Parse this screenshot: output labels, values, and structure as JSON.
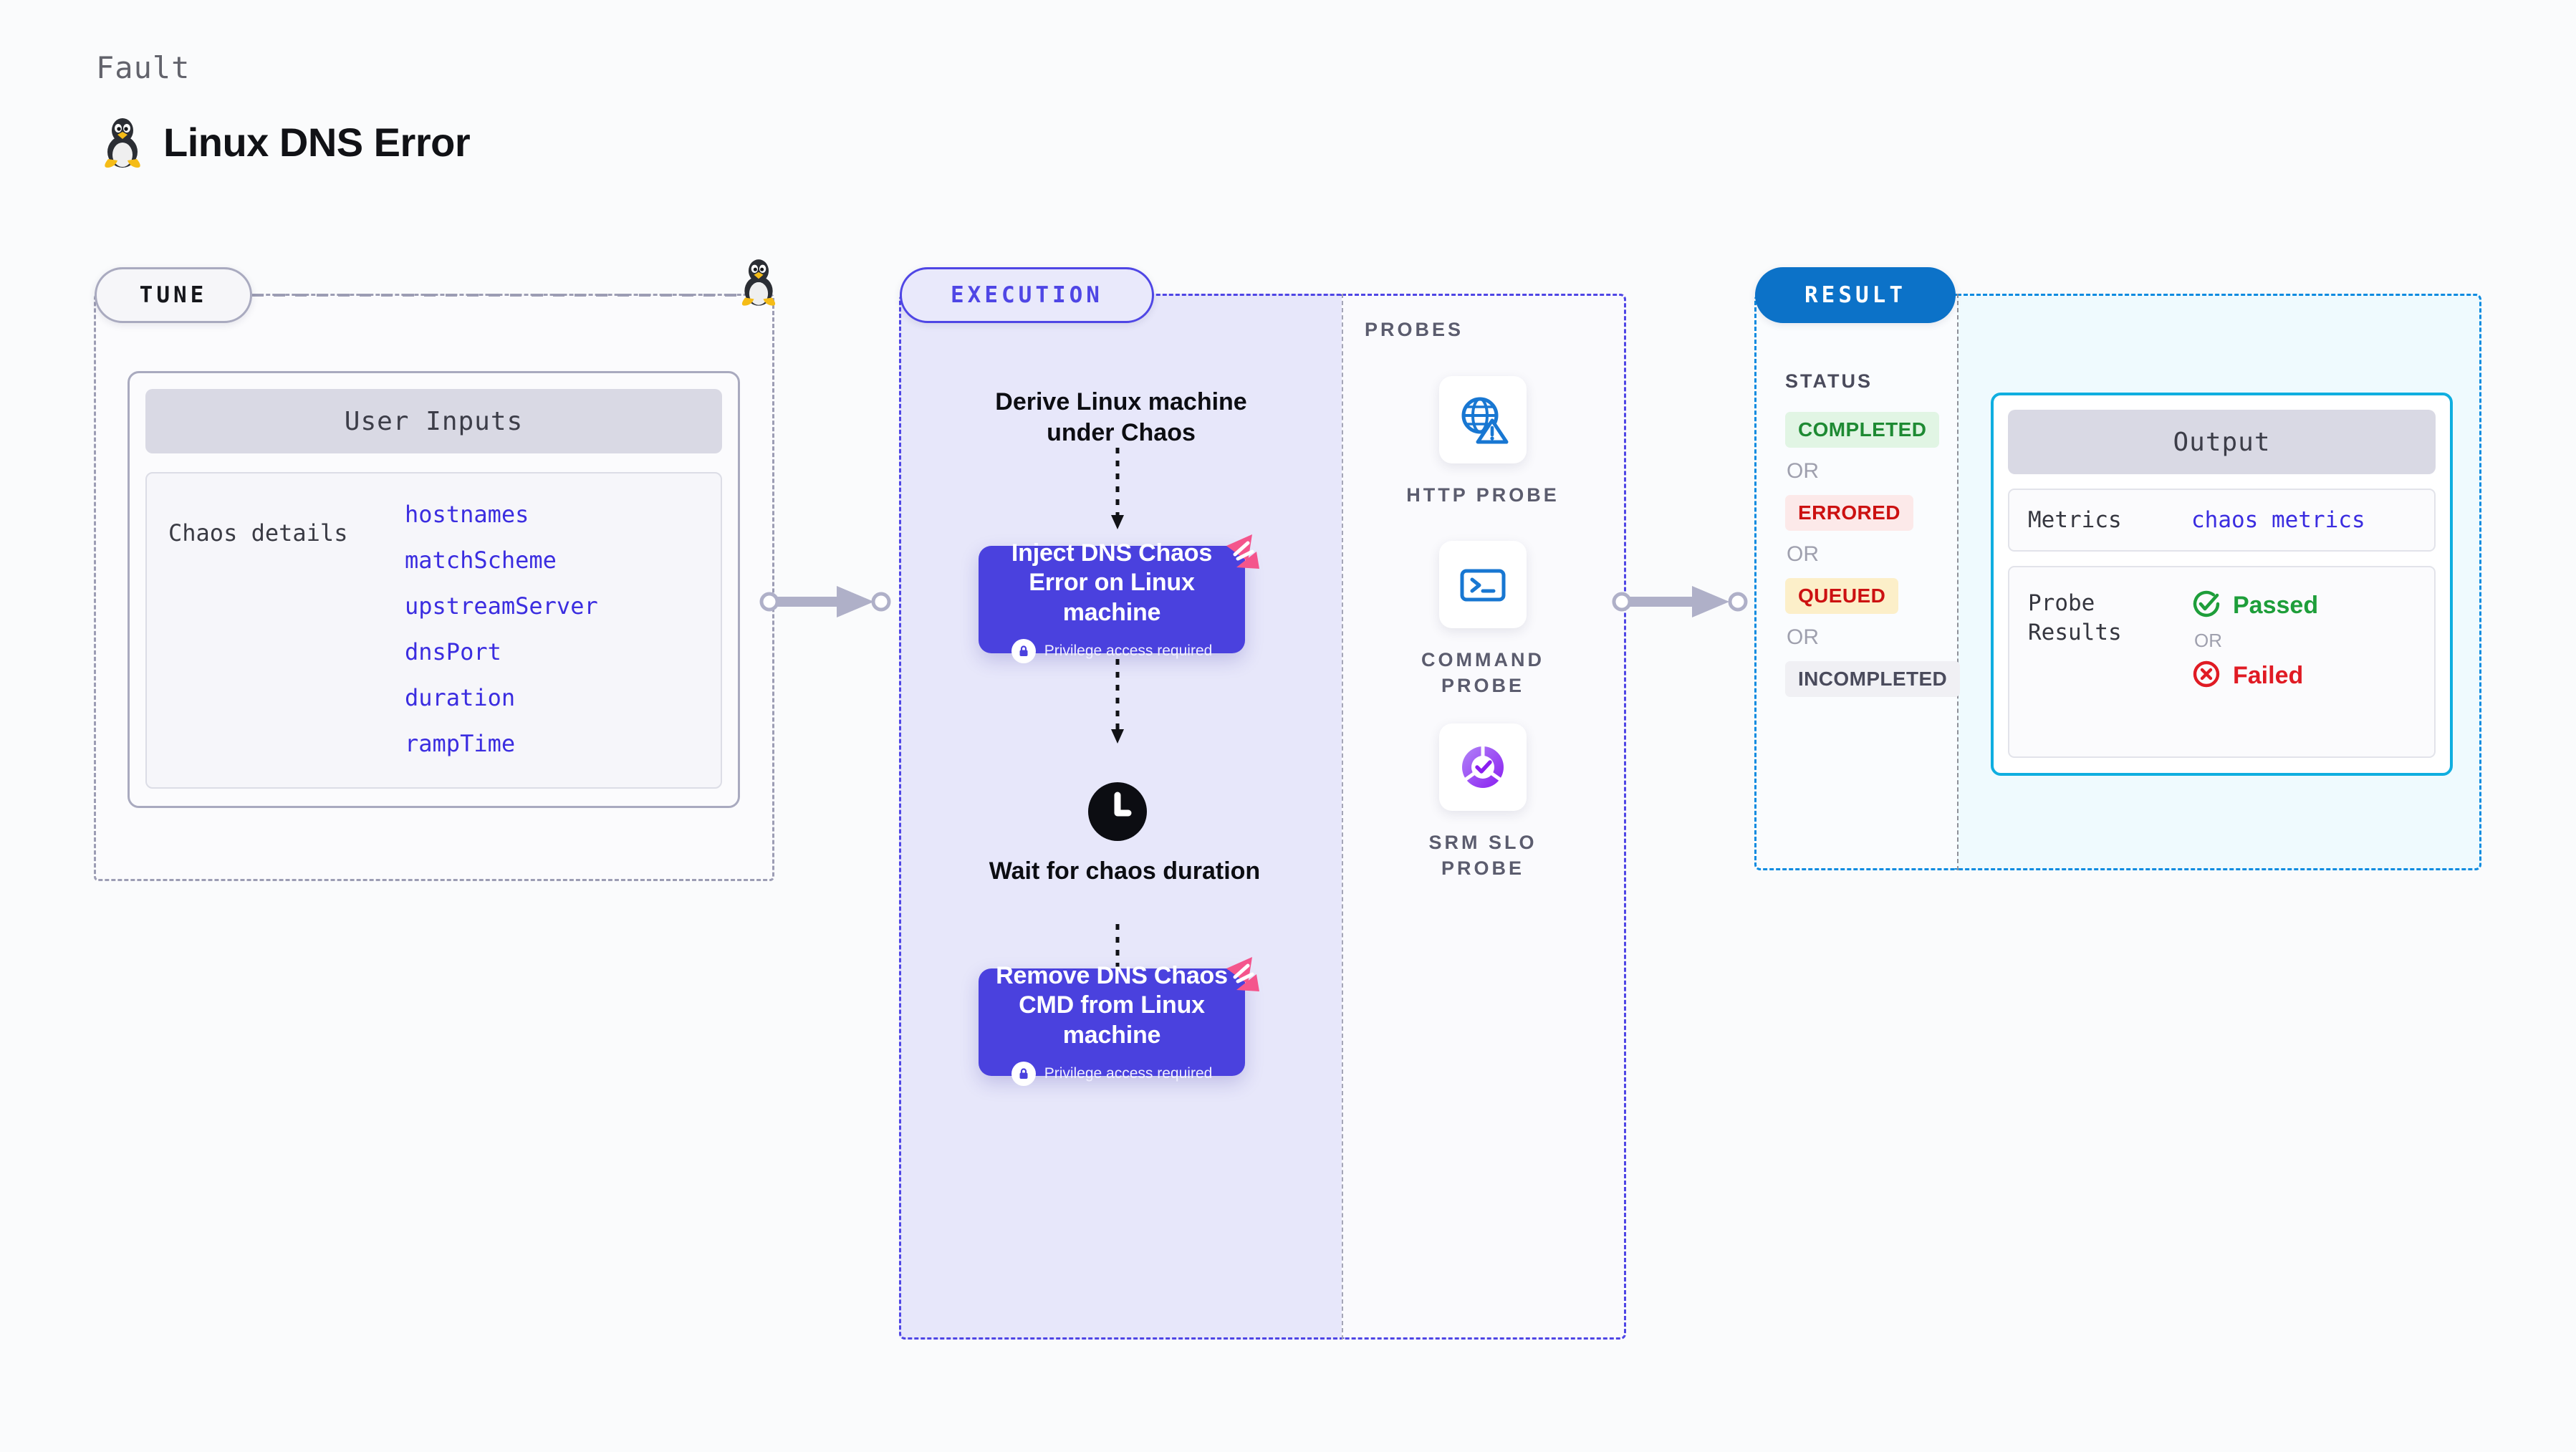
{
  "header": {
    "eyebrow": "Fault",
    "title": "Linux DNS Error",
    "icon": "linux-tux-icon"
  },
  "tune": {
    "pill_label": "TUNE",
    "icon": "linux-tux-icon",
    "card": {
      "header": "User Inputs",
      "group_label": "Chaos details",
      "params": [
        "hostnames",
        "matchScheme",
        "upstreamServer",
        "dnsPort",
        "duration",
        "rampTime"
      ]
    }
  },
  "execution": {
    "pill_label": "EXECUTION",
    "step_derive": "Derive Linux machine under Chaos",
    "card_inject": {
      "title": "Inject DNS Chaos Error on Linux machine",
      "note": "Privilege access required",
      "note_icon": "lock-icon",
      "corner_icon": "harness-ribbon-icon"
    },
    "step_wait": "Wait for chaos duration",
    "step_wait_icon": "clock-icon",
    "card_remove": {
      "title": "Remove DNS Chaos CMD from Linux machine",
      "note": "Privilege access required",
      "note_icon": "lock-icon",
      "corner_icon": "harness-ribbon-icon"
    }
  },
  "probes": {
    "title": "PROBES",
    "items": [
      {
        "label": "HTTP PROBE",
        "icon": "globe-warning-icon"
      },
      {
        "label": "COMMAND PROBE",
        "icon": "terminal-icon"
      },
      {
        "label": "SRM SLO PROBE",
        "icon": "slo-donut-check-icon"
      }
    ]
  },
  "result": {
    "pill_label": "RESULT",
    "status_title": "STATUS",
    "or_label": "OR",
    "statuses": [
      {
        "label": "COMPLETED",
        "fg": "#1E8A33",
        "bg": "#E1F5E4"
      },
      {
        "label": "ERRORED",
        "fg": "#CC1111",
        "bg": "#FCE9E9"
      },
      {
        "label": "QUEUED",
        "fg": "#CC1111",
        "bg": "#FCEFC9"
      },
      {
        "label": "INCOMPLETED",
        "fg": "#4A4B5C",
        "bg": "#F0F0F4"
      }
    ]
  },
  "output": {
    "card_header": "Output",
    "metrics_key": "Metrics",
    "metrics_value": "chaos metrics",
    "probe_results_key": "Probe Results",
    "passed_label": "Passed",
    "passed_icon": "check-circle-icon",
    "or_label": "OR",
    "failed_label": "Failed",
    "failed_icon": "x-circle-icon"
  },
  "colors": {
    "accent_purple": "#4F46E5",
    "card_purple": "#4A41DE",
    "accent_blue": "#0C72C8",
    "accent_cyan": "#0FAEE0",
    "ribbon_pink": "#F4558C",
    "link_blue": "#3B2DE0",
    "pass_green": "#1E9E3A",
    "fail_red": "#E01B24"
  }
}
